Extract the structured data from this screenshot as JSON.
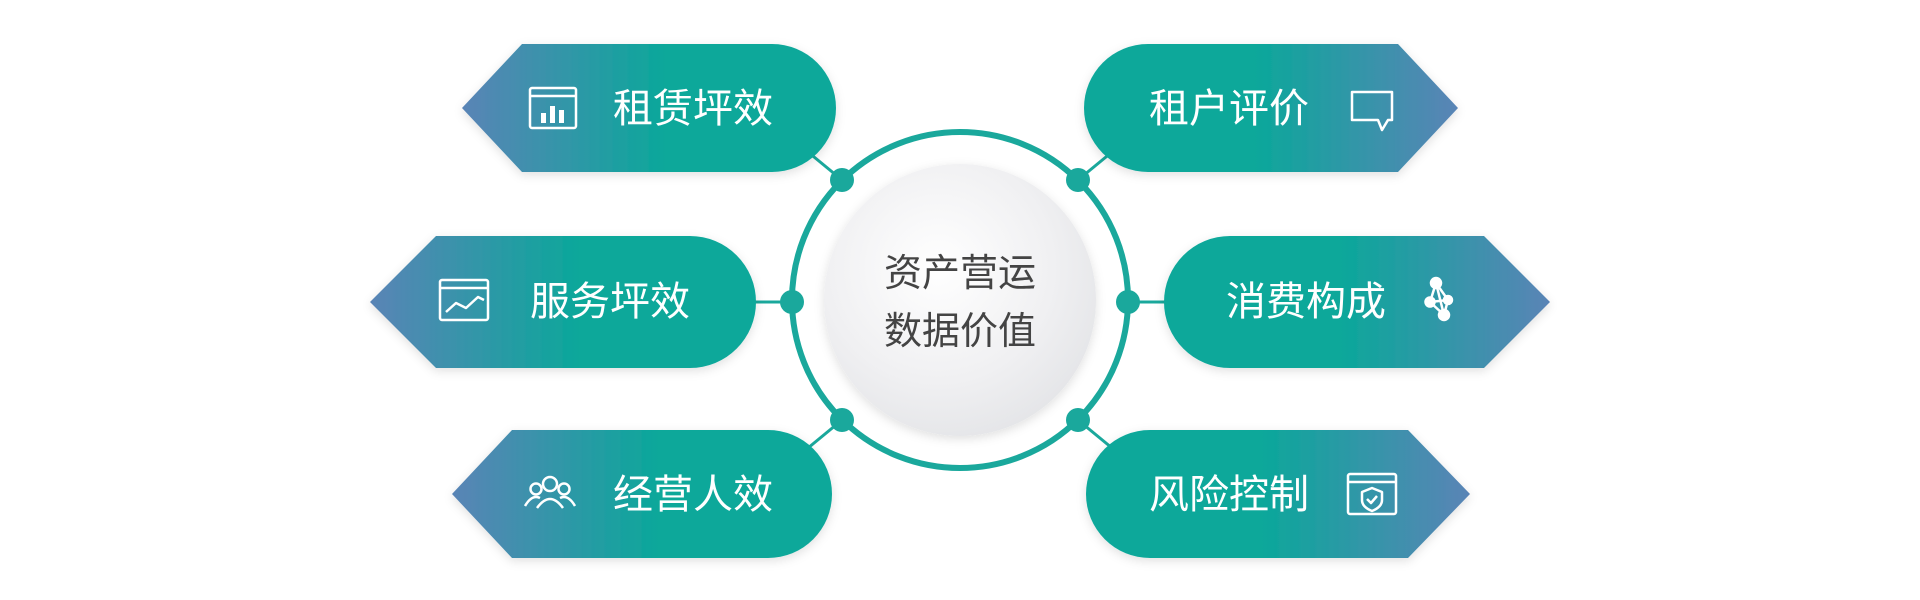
{
  "diagram": {
    "center": {
      "line1": "资产营运",
      "line2": "数据价值"
    },
    "nodes": [
      {
        "id": "rent-efficiency",
        "label": "租赁坪效",
        "icon": "bar-chart-window-icon"
      },
      {
        "id": "service-efficiency",
        "label": "服务坪效",
        "icon": "line-chart-window-icon"
      },
      {
        "id": "staff-efficiency",
        "label": "经营人效",
        "icon": "people-group-icon"
      },
      {
        "id": "tenant-review",
        "label": "租户评价",
        "icon": "speech-bubble-icon"
      },
      {
        "id": "consumption-composition",
        "label": "消费构成",
        "icon": "network-nodes-icon"
      },
      {
        "id": "risk-control",
        "label": "风险控制",
        "icon": "shield-window-icon"
      }
    ],
    "colors": {
      "teal": "#0aa89a",
      "blue": "#5a84b6",
      "ring": "#1aa89c",
      "center_text": "#444444"
    }
  }
}
